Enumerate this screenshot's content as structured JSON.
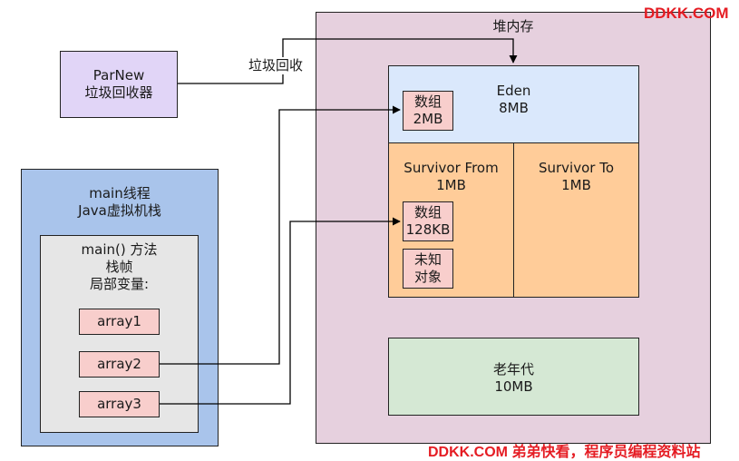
{
  "heap": {
    "title": "堆内存",
    "fill": "#e6d0de"
  },
  "eden": {
    "name": "Eden",
    "size": "8MB",
    "fill": "#dae8fc"
  },
  "survivor_from": {
    "name": "Survivor From",
    "size": "1MB",
    "fill": "#ffcc99"
  },
  "survivor_to": {
    "name": "Survivor To",
    "size": "1MB",
    "fill": "#ffcc99"
  },
  "old_gen": {
    "name": "老年代",
    "size": "10MB",
    "fill": "#d5e8d4"
  },
  "gc": {
    "line1": "ParNew",
    "line2": "垃圾回收器",
    "fill": "#e1d5f7",
    "edge_label": "垃圾回收"
  },
  "thread": {
    "line1": "main线程",
    "line2": "Java虚拟机栈",
    "fill": "#a9c4eb"
  },
  "frame": {
    "line1": "main() 方法",
    "line2": "栈帧",
    "line3": "局部变量:",
    "fill": "#e6e6e6"
  },
  "vars": [
    "array1",
    "array2",
    "array3"
  ],
  "objects": {
    "eden_array": {
      "line1": "数组",
      "line2": "2MB"
    },
    "survivor_array": {
      "line1": "数组",
      "line2": "128KB"
    },
    "unknown": {
      "line1": "未知",
      "line2": "对象"
    },
    "fill": "#f8cecc"
  },
  "watermark_top": "DDKK.COM",
  "watermark_bottom": "DDKK.COM 弟弟快看，程序员编程资料站"
}
